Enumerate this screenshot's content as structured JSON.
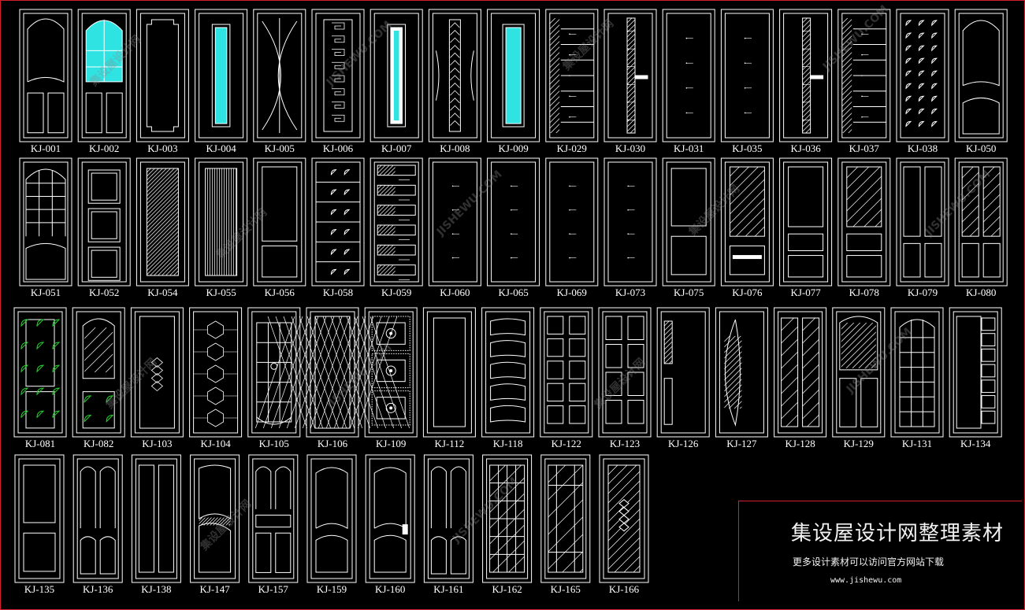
{
  "window": {
    "background": "#000000",
    "frame_color": "#d21f2b",
    "stroke": "#ffffff",
    "glass": "#2fe3e3",
    "leaf": "#22d62a"
  },
  "brand": {
    "title": "集设屋设计网整理素材",
    "subtitle": "更多设计素材可以访问官方网站下载",
    "url": "www.jishewu.com"
  },
  "watermark": {
    "text": "集设屋设计网",
    "domain": "JISHEWU.COM"
  },
  "rows": [
    {
      "doors": [
        {
          "code": "KJ-001",
          "style": "arch-3panel"
        },
        {
          "code": "KJ-002",
          "style": "arch-glass-grid"
        },
        {
          "code": "KJ-003",
          "style": "single-notched"
        },
        {
          "code": "KJ-004",
          "style": "glass-strip"
        },
        {
          "code": "KJ-005",
          "style": "curves"
        },
        {
          "code": "KJ-006",
          "style": "greek-key"
        },
        {
          "code": "KJ-007",
          "style": "glass-strip-white"
        },
        {
          "code": "KJ-008",
          "style": "leaf-vine"
        },
        {
          "code": "KJ-009",
          "style": "glass-strip-wide"
        },
        {
          "code": "KJ-029",
          "style": "shelf-notes"
        },
        {
          "code": "KJ-030",
          "style": "strip-notes"
        },
        {
          "code": "KJ-031",
          "style": "plain-notes"
        },
        {
          "code": "KJ-035",
          "style": "plain-notes"
        },
        {
          "code": "KJ-036",
          "style": "strip-notes"
        },
        {
          "code": "KJ-037",
          "style": "shelf-notes"
        },
        {
          "code": "KJ-038",
          "style": "leaf-grid"
        },
        {
          "code": "KJ-050",
          "style": "arch-2panel"
        }
      ]
    },
    {
      "doors": [
        {
          "code": "KJ-051",
          "style": "arch-glass-grid-line"
        },
        {
          "code": "KJ-052",
          "style": "3panel-square"
        },
        {
          "code": "KJ-054",
          "style": "hatch-diag"
        },
        {
          "code": "KJ-055",
          "style": "hatch-vert"
        },
        {
          "code": "KJ-056",
          "style": "2panel-notes"
        },
        {
          "code": "KJ-058",
          "style": "leaf-rows"
        },
        {
          "code": "KJ-059",
          "style": "chevron-rows"
        },
        {
          "code": "KJ-060",
          "style": "plain-notes"
        },
        {
          "code": "KJ-065",
          "style": "plain-notes"
        },
        {
          "code": "KJ-069",
          "style": "plain-notes"
        },
        {
          "code": "KJ-073",
          "style": "plain-notes"
        },
        {
          "code": "KJ-075",
          "style": "2panel"
        },
        {
          "code": "KJ-076",
          "style": "glass-top"
        },
        {
          "code": "KJ-077",
          "style": "panel-3"
        },
        {
          "code": "KJ-078",
          "style": "glass-top-panels"
        },
        {
          "code": "KJ-079",
          "style": "4tall"
        },
        {
          "code": "KJ-080",
          "style": "4tall-glass"
        }
      ]
    },
    {
      "doors": [
        {
          "code": "KJ-081",
          "style": "leaf-green"
        },
        {
          "code": "KJ-082",
          "style": "arch-glass-green"
        },
        {
          "code": "KJ-103",
          "style": "diamond-center"
        },
        {
          "code": "KJ-104",
          "style": "octagon-lead"
        },
        {
          "code": "KJ-105",
          "style": "ornate-grid"
        },
        {
          "code": "KJ-106",
          "style": "lattice"
        },
        {
          "code": "KJ-109",
          "style": "3panel-medallion"
        },
        {
          "code": "KJ-112",
          "style": "single"
        },
        {
          "code": "KJ-118",
          "style": "wave-5"
        },
        {
          "code": "KJ-122",
          "style": "grid-2x5"
        },
        {
          "code": "KJ-123",
          "style": "grid-2x4"
        },
        {
          "code": "KJ-126",
          "style": "side-strip"
        },
        {
          "code": "KJ-127",
          "style": "side-arc"
        },
        {
          "code": "KJ-128",
          "style": "2tall-glass"
        },
        {
          "code": "KJ-129",
          "style": "arch-glass-panels"
        },
        {
          "code": "KJ-131",
          "style": "arch-grid"
        },
        {
          "code": "KJ-134",
          "style": "side-stack"
        }
      ]
    },
    {
      "doors": [
        {
          "code": "KJ-135",
          "style": "2panel"
        },
        {
          "code": "KJ-136",
          "style": "arch-4"
        },
        {
          "code": "KJ-138",
          "style": "2tall"
        },
        {
          "code": "KJ-147",
          "style": "wave-3"
        },
        {
          "code": "KJ-157",
          "style": "arch-4-band"
        },
        {
          "code": "KJ-159",
          "style": "wave-2"
        },
        {
          "code": "KJ-160",
          "style": "wave-2-handle"
        },
        {
          "code": "KJ-161",
          "style": "arch-4"
        },
        {
          "code": "KJ-162",
          "style": "cross-grid"
        },
        {
          "code": "KJ-165",
          "style": "cross-glass"
        },
        {
          "code": "KJ-166",
          "style": "glass-diamonds"
        }
      ]
    }
  ]
}
